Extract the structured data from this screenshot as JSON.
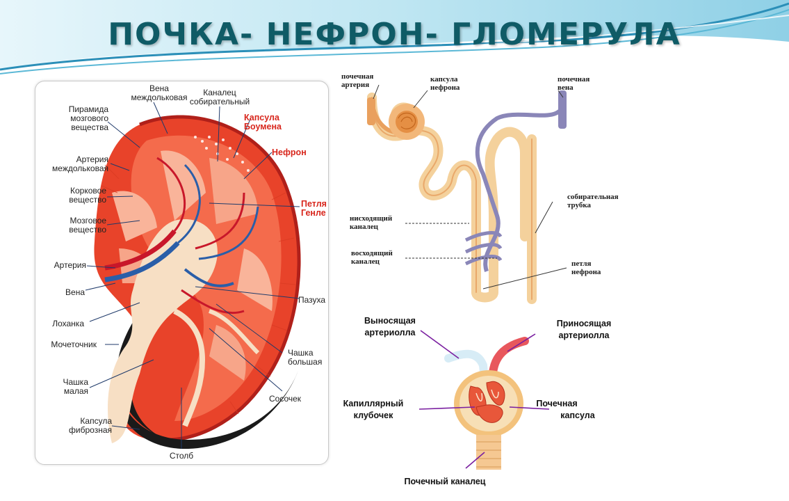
{
  "title": "ПОЧКА- НЕФРОН- ГЛОМЕРУЛА",
  "colors": {
    "title": "#0f5b66",
    "banner": "#3aa6c9",
    "label_red": "#d8261c",
    "kidney_cortex": "#e8432a",
    "arrow": "#7a1fa0"
  },
  "kidney": {
    "labels_left": [
      [
        "Пирамида",
        "мозгового",
        "вещества"
      ],
      [
        "Артерия",
        "междольковая"
      ],
      [
        "Корковое",
        "вещество"
      ],
      [
        "Мозговое",
        "вещество"
      ],
      [
        "Артерия"
      ],
      [
        "Вена"
      ],
      [
        "Лоханка"
      ],
      [
        "Мочеточник"
      ],
      [
        "Чашка",
        "малая"
      ],
      [
        "Капсула",
        "фиброзная"
      ]
    ],
    "labels_top": [
      [
        "Вена",
        "междольковая"
      ],
      [
        "Каналец",
        "собирательный"
      ]
    ],
    "labels_red": [
      [
        "Капсула",
        "Боумена"
      ],
      [
        "Нефрон"
      ],
      [
        "Петля",
        "Генле"
      ]
    ],
    "labels_right": [
      [
        "Пазуха"
      ],
      [
        "Чашка",
        "большая"
      ],
      [
        "Сосочек"
      ]
    ],
    "label_bottom": "Столб"
  },
  "nephron": {
    "labels": [
      [
        "почечная",
        "артерия"
      ],
      [
        "капсула",
        "нефрона"
      ],
      [
        "почечная",
        "вена"
      ],
      [
        "собирательная",
        "трубка"
      ],
      [
        "нисходящий",
        "каналец"
      ],
      [
        "восходящий",
        "каналец"
      ],
      [
        "петля",
        "нефрона"
      ]
    ]
  },
  "glomerulus": {
    "labels": [
      [
        "Выносящая",
        "артериолла"
      ],
      [
        "Приносящая",
        "артериолла"
      ],
      [
        "Капиллярный",
        "клубочек"
      ],
      [
        "Почечная",
        "капсула"
      ],
      [
        "Почечный каналец"
      ]
    ]
  }
}
